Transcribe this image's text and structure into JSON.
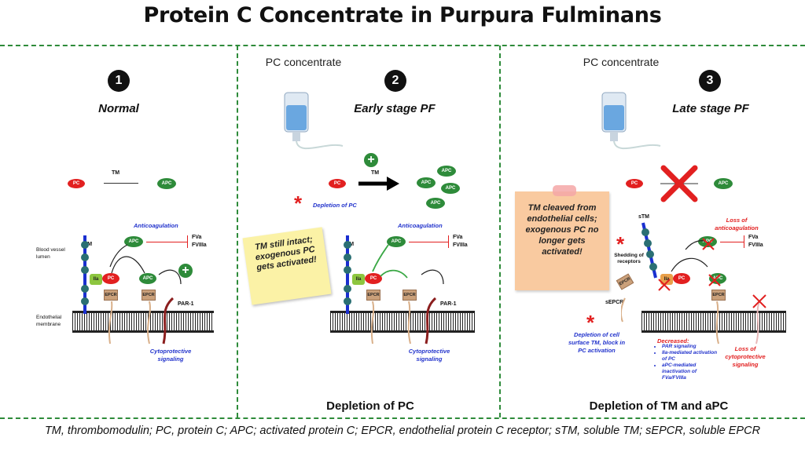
{
  "title": "Protein C Concentrate in Purpura Fulminans",
  "footer": "TM, thrombomodulin; PC, protein C; APC; activated protein C; EPCR, endothelial protein C receptor; sTM, soluble TM; sEPCR, soluble EPCR",
  "colors": {
    "separator": "#2e8b3a",
    "pc": "#e22020",
    "apc": "#2e8b3a",
    "tm": "#1a2fd0",
    "note_yellow": "#fbf2a6",
    "note_peach": "#f9caa0"
  },
  "panel1": {
    "number": "1",
    "stage": "Normal",
    "pc": "PC",
    "apc": "APC",
    "tm_arrow": "TM",
    "tm_label": "TM",
    "vessel_label": "Blood vessel lumen",
    "membrane_label": "Endothelial membrane",
    "anticoag": "Anticoagulation",
    "apc2": "APC",
    "fva": "FVa",
    "fviiia": "FVIIIa",
    "iia": "IIa",
    "pc2": "PC",
    "apc3": "APC",
    "epcr1": "EPCR",
    "epcr2": "EPCR",
    "par1": "PAR-1",
    "cyto": "Cytoprotective signaling"
  },
  "panel2": {
    "number": "2",
    "stage": "Early stage PF",
    "pc_conc": "PC concentrate",
    "pc": "PC",
    "tm_arrow": "TM",
    "apcs": [
      "APC",
      "APC",
      "APC",
      "APC"
    ],
    "depletion": "Depletion of PC",
    "note": "TM still intact; exogenous PC gets activated!",
    "anticoag": "Anticoagulation",
    "apc2": "APC",
    "fva": "FVa",
    "fviiia": "FVIIIa",
    "tm_label": "TM",
    "iia": "IIa",
    "pc2": "PC",
    "epcr1": "EPCR",
    "epcr2": "EPCR",
    "par1": "PAR-1",
    "cyto": "Cytoprotective signaling",
    "caption": "Depletion of PC"
  },
  "panel3": {
    "number": "3",
    "stage": "Late stage PF",
    "pc_conc": "PC concentrate",
    "pc": "PC",
    "apc": "APC",
    "note": "TM cleaved from endothelial cells; exogenous PC no longer gets activated!",
    "stm": "sTM",
    "shedding": "Shedding of receptors",
    "loss_anticoag": "Loss of anticoagulation",
    "apc2": "APC",
    "fva": "FVa",
    "fviiia": "FVIIIa",
    "iia": "IIa",
    "pc2": "PC",
    "apc3": "APC",
    "epcr": "EPCR",
    "epcr2": "EPCR",
    "sepcr": "sEPCR",
    "depl_tm": "Depletion of cell surface TM, block in PC activation",
    "decreased_title": "Decreased:",
    "decreased": [
      "PAR signaling",
      "IIa-mediated activation of PC",
      "aPC-mediated inactivation of FVa/FVIIIa"
    ],
    "loss_cyto": "Loss of cytoprotective signaling",
    "caption": "Depletion of TM and aPC"
  }
}
